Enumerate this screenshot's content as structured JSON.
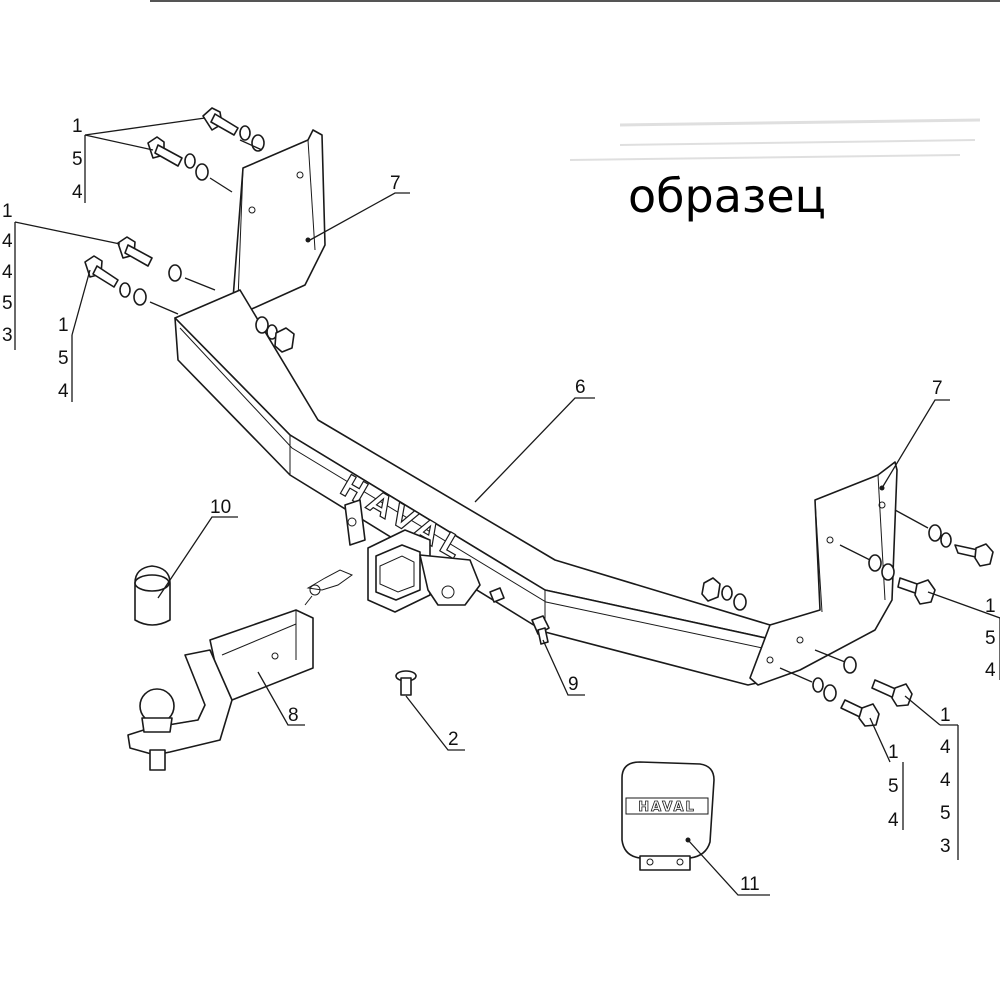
{
  "watermark": "образец",
  "brand_logo": "HAVAL",
  "callouts": {
    "top_left_stack": [
      "1",
      "5",
      "4"
    ],
    "left_stack_a": [
      "1",
      "4",
      "4",
      "5",
      "3"
    ],
    "left_stack_b": [
      "1",
      "5",
      "4"
    ],
    "right_stack_a": [
      "1",
      "5",
      "4"
    ],
    "right_stack_b": [
      "1",
      "4",
      "4",
      "5",
      "3"
    ],
    "right_stack_c": [
      "1",
      "5",
      "4"
    ],
    "bracket_left": "7",
    "bracket_right": "7",
    "beam": "6",
    "ball_mount": "8",
    "cap": "10",
    "pin": "9",
    "bolt": "2",
    "socket_cover": "11"
  }
}
